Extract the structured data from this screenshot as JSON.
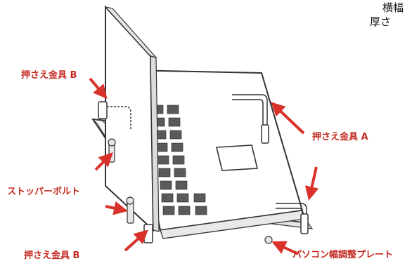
{
  "header": {
    "line1": "横幅",
    "line2": "厚さ"
  },
  "labels": {
    "clamp_b_top": "押さえ金具 B",
    "clamp_a": "押さえ金具 A",
    "stopper_bolt": "ストッパーボルト",
    "clamp_b_bottom": "押さえ金具 B",
    "adjust_plate": "パソコン幅調整プレート"
  },
  "colors": {
    "label_red": "#c42a22",
    "arrow_red": "#d8322a",
    "line": "#333333"
  }
}
